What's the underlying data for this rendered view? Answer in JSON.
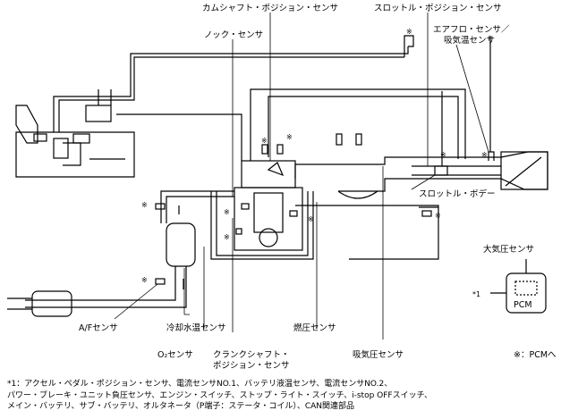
{
  "labels": {
    "cam": "カムシャフト・ポジション・センサ",
    "throttle_pos": "スロットル・ポジション・センサ",
    "knock": "ノック・センサ",
    "airflow_1": "エアフロ・センサ／",
    "airflow_2": "吸気温センサ",
    "throttle_body": "スロットル・ボデー",
    "baro": "大気圧センサ",
    "pcm": "PCM",
    "af": "A/Fセンサ",
    "coolant": "冷却水温センサ",
    "fuel_press": "燃圧センサ",
    "o2": "O₂センサ",
    "crank_1": "クランクシャフト・",
    "crank_2": "ポジション・センサ",
    "intake_press": "吸気圧センサ",
    "legend_pcm": "※：PCMへ",
    "note_mark": "*1",
    "star": "※"
  },
  "footnote": [
    "*1：アクセル・ペダル・ポジション・センサ、電流センサNO.1、バッテリ液温センサ、電流センサNO.2、",
    "パワー・ブレーキ・ユニット負圧センサ、エンジン・スイッチ、ストップ・ライト・スイッチ、i-stop OFFスイッチ、",
    "メイン・バッテリ、サブ・バッテリ、オルタネータ（P端子：ステータ・コイル）、CAN関連部品"
  ]
}
